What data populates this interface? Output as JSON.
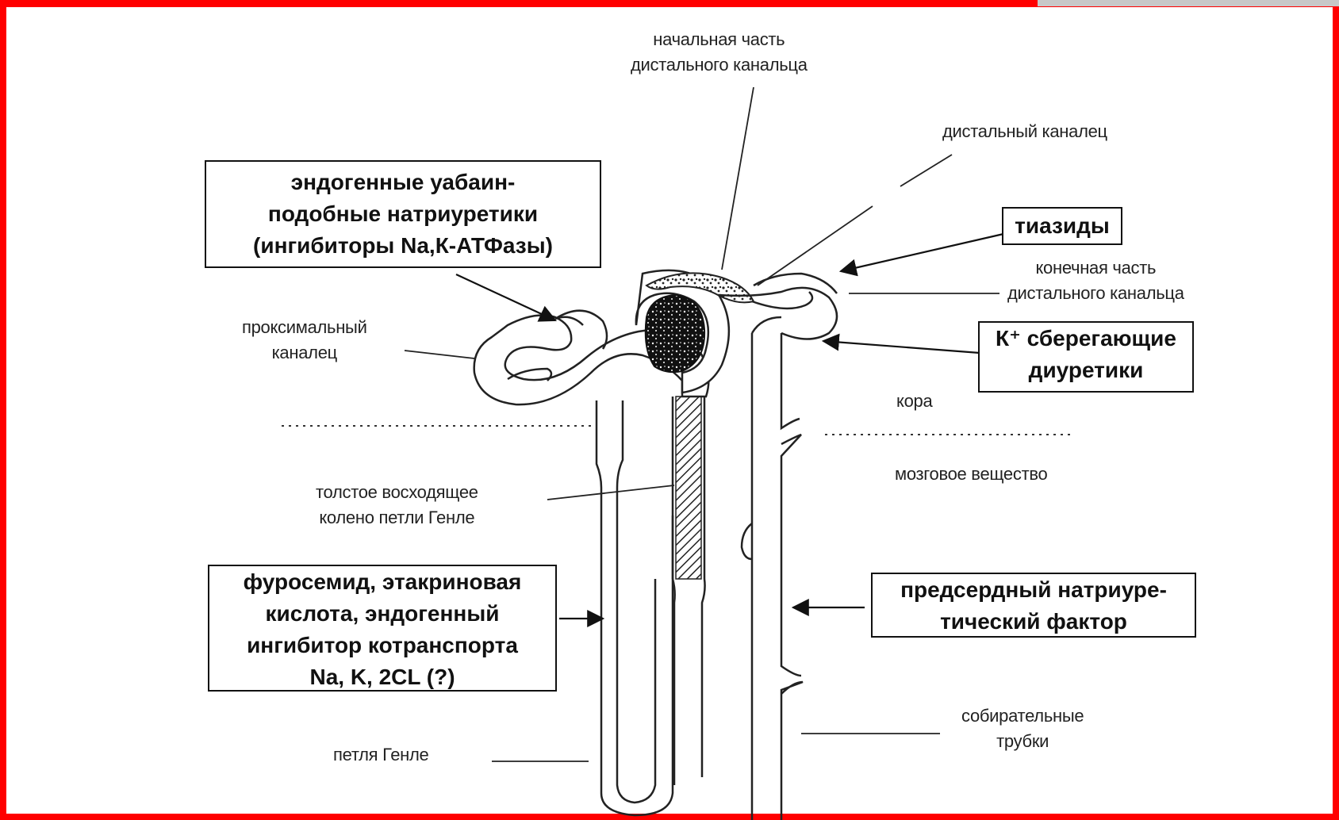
{
  "labels": {
    "initial_distal": [
      "начальная часть",
      "дистального канальца"
    ],
    "distal_tubule": "дистальный каналец",
    "terminal_distal": [
      "конечная часть",
      "дистального канальца"
    ],
    "proximal_tubule": [
      "проксимальный",
      "каналец"
    ],
    "cortex": "кора",
    "medulla": "мозговое вещество",
    "thick_ascending": [
      "толстое восходящее",
      "колено петли Генле"
    ],
    "loop_henle": "петля Генле",
    "collecting_ducts": [
      "собирательные",
      "трубки"
    ]
  },
  "boxes": {
    "ouabain": [
      "эндогенные уабаин-",
      "подобные натриуретики",
      "(ингибиторы Na,К-АТФазы)"
    ],
    "thiazides": "тиазиды",
    "k_sparing": [
      "К⁺ сберегающие",
      "диуретики"
    ],
    "furosemide": [
      "фуросемид, этакриновая",
      "кислота, эндогенный",
      "ингибитор котранспорта",
      "Na, K, 2CL (?)"
    ],
    "anp": [
      "предсердный натриуре-",
      "тический фактор"
    ]
  }
}
